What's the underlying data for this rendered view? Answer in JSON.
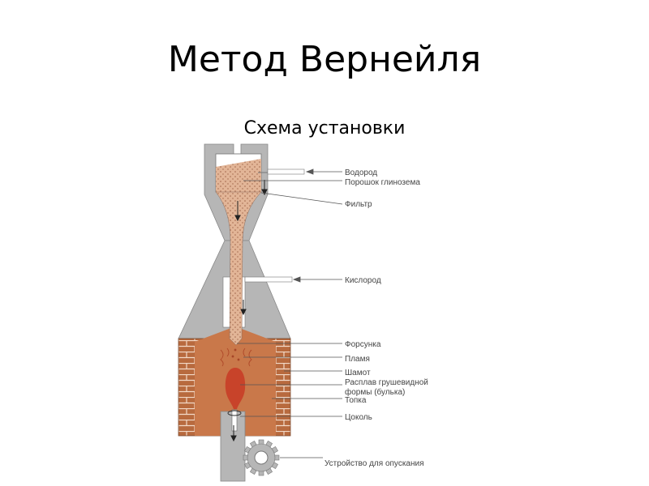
{
  "slide": {
    "title": "Метод Вернейля",
    "subtitle": "Схема установки"
  },
  "diagram": {
    "labels": {
      "hydrogen": "Водород",
      "alumina_powder": "Порошок глинозема",
      "filter": "Фильтр",
      "oxygen": "Кислород",
      "nozzle": "Форсунка",
      "flame": "Пламя",
      "chamotte": "Шамот",
      "melt_line1": "Расплав грушевидной",
      "melt_line2": "формы (булька)",
      "furnace": "Топка",
      "pedestal": "Цоколь",
      "lowering_device": "Устройство для опускания"
    },
    "colors": {
      "metal": "#b4b4b4",
      "powder": "#dba98a",
      "brick": "#b86a3e",
      "furnace": "#c9784a",
      "melt": "#c8432a"
    }
  }
}
